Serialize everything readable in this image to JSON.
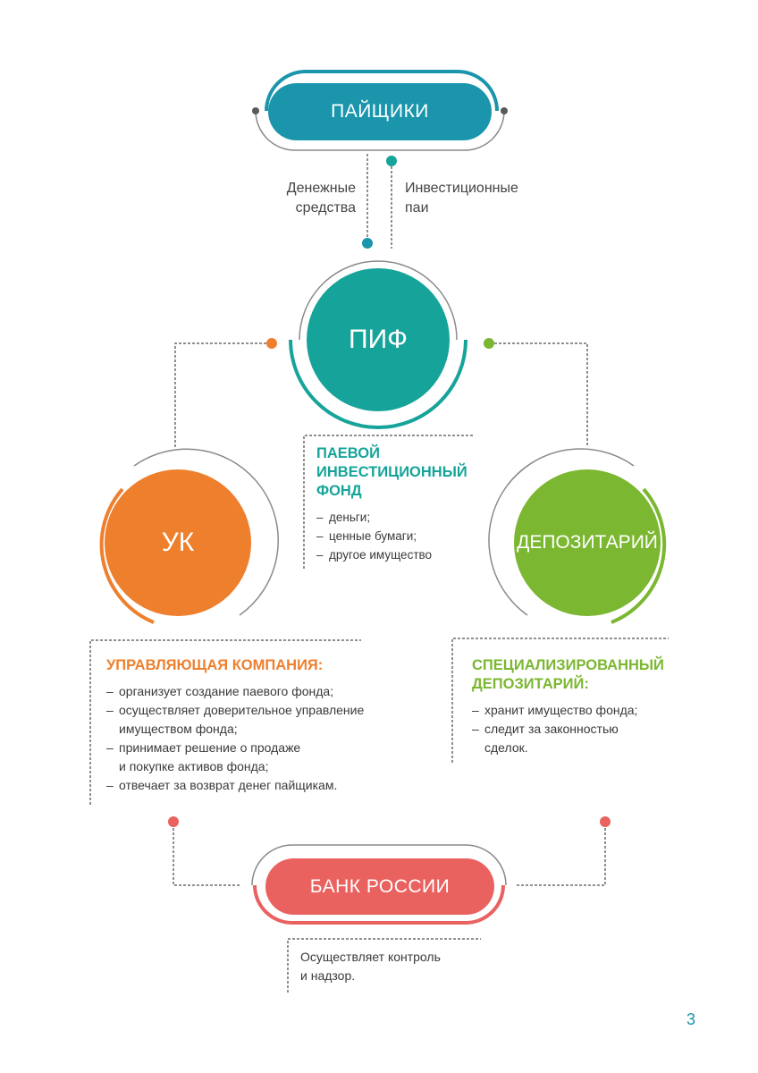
{
  "colors": {
    "teal_dark": "#1a95ac",
    "teal": "#16a49a",
    "orange": "#ee7f2d",
    "green": "#7bb731",
    "red": "#e96260",
    "grey_line": "#6b6b6b"
  },
  "nodes": {
    "shareholders": "ПАЙЩИКИ",
    "fund": "ПИФ",
    "management_company": "УК",
    "depositary": "ДЕПОЗИТАРИЙ",
    "central_bank": "БАНК РОССИИ"
  },
  "flows": {
    "money": "Денежные\nсредства",
    "units": "Инвестиционные\nпаи"
  },
  "fund_box": {
    "title": "ПАЕВОЙ\nИНВЕСТИЦИОННЫЙ\nФОНД",
    "items": [
      "деньги;",
      "ценные бумаги;",
      "другое имущество"
    ]
  },
  "uk_box": {
    "title": "УПРАВЛЯЮЩАЯ КОМПАНИЯ:",
    "items": [
      "организует создание паевого фонда;",
      "осуществляет доверительное управление\nимуществом фонда;",
      "принимает решение о продаже\nи покупке активов фонда;",
      "отвечает за возврат денег пайщикам."
    ]
  },
  "dep_box": {
    "title": "СПЕЦИАЛИЗИРОВАННЫЙ\nДЕПОЗИТАРИЙ:",
    "items": [
      "хранит имущество фонда;",
      "следит за законностью\nсделок."
    ]
  },
  "bank_box": {
    "text": "Осуществляет контроль\nи надзор."
  },
  "page_number": "3"
}
